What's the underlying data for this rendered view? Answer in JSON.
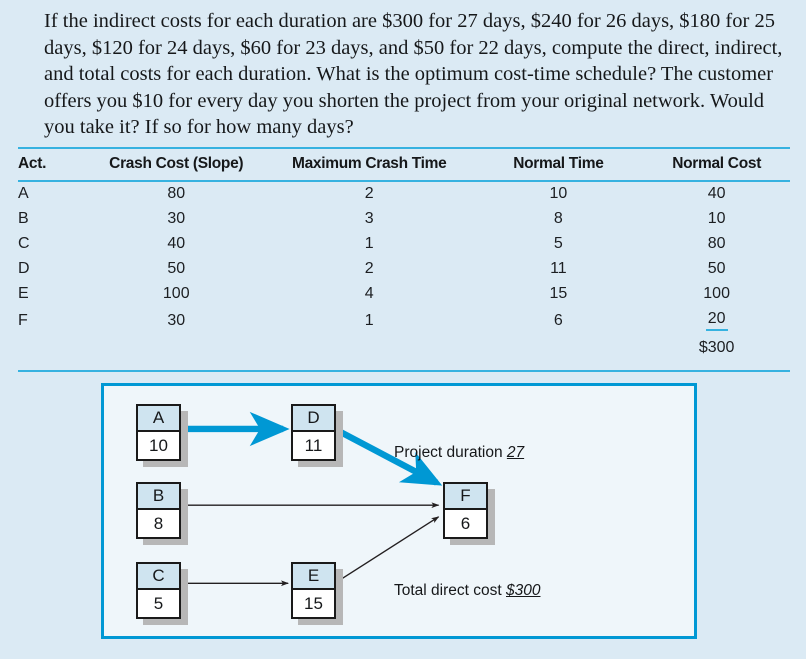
{
  "question": {
    "text": "If the indirect costs for each duration are $300 for 27 days, $240 for 26 days, $180 for 25 days, $120 for 24 days, $60 for 23 days, and $50 for 22 days, compute the direct, indirect, and total costs for each duration. What is the optimum cost-time schedule? The customer offers you $10 for every day you shorten the project from your original network. Would you take it? If so for how many days?"
  },
  "table": {
    "headers": {
      "act": "Act.",
      "crash_cost_slope": "Crash Cost (Slope)",
      "maximum_crash_time": "Maximum Crash Time",
      "normal_time": "Normal Time",
      "normal_cost": "Normal Cost"
    },
    "rows": [
      {
        "act": "A",
        "slope": "80",
        "crash": "2",
        "ntime": "10",
        "ncost": "40"
      },
      {
        "act": "B",
        "slope": "30",
        "crash": "3",
        "ntime": "8",
        "ncost": "10"
      },
      {
        "act": "C",
        "slope": "40",
        "crash": "1",
        "ntime": "5",
        "ncost": "80"
      },
      {
        "act": "D",
        "slope": "50",
        "crash": "2",
        "ntime": "11",
        "ncost": "50"
      },
      {
        "act": "E",
        "slope": "100",
        "crash": "4",
        "ntime": "15",
        "ncost": "100"
      },
      {
        "act": "F",
        "slope": "30",
        "crash": "1",
        "ntime": "6",
        "ncost": "20"
      }
    ],
    "total_normal_cost": "$300"
  },
  "diagram": {
    "nodes": [
      {
        "id": "A",
        "label": "A",
        "duration": "10"
      },
      {
        "id": "D",
        "label": "D",
        "duration": "11"
      },
      {
        "id": "F",
        "label": "F",
        "duration": "6"
      },
      {
        "id": "B",
        "label": "B",
        "duration": "8"
      },
      {
        "id": "C",
        "label": "C",
        "duration": "5"
      },
      {
        "id": "E",
        "label": "E",
        "duration": "15"
      }
    ],
    "annotations": {
      "project_duration_label": "Project duration",
      "project_duration_value": "27",
      "total_direct_cost_label": "Total direct cost",
      "total_direct_cost_value": "$300"
    },
    "colors": {
      "critical_path": "#0098d4",
      "normal_arrow": "#231f20",
      "node_header": "#cfe4f0",
      "panel_border": "#0098d4",
      "panel_fill": "#eff6fa"
    }
  },
  "page": {
    "background": "#dbeaf4",
    "rule_color": "#36b2e0"
  }
}
